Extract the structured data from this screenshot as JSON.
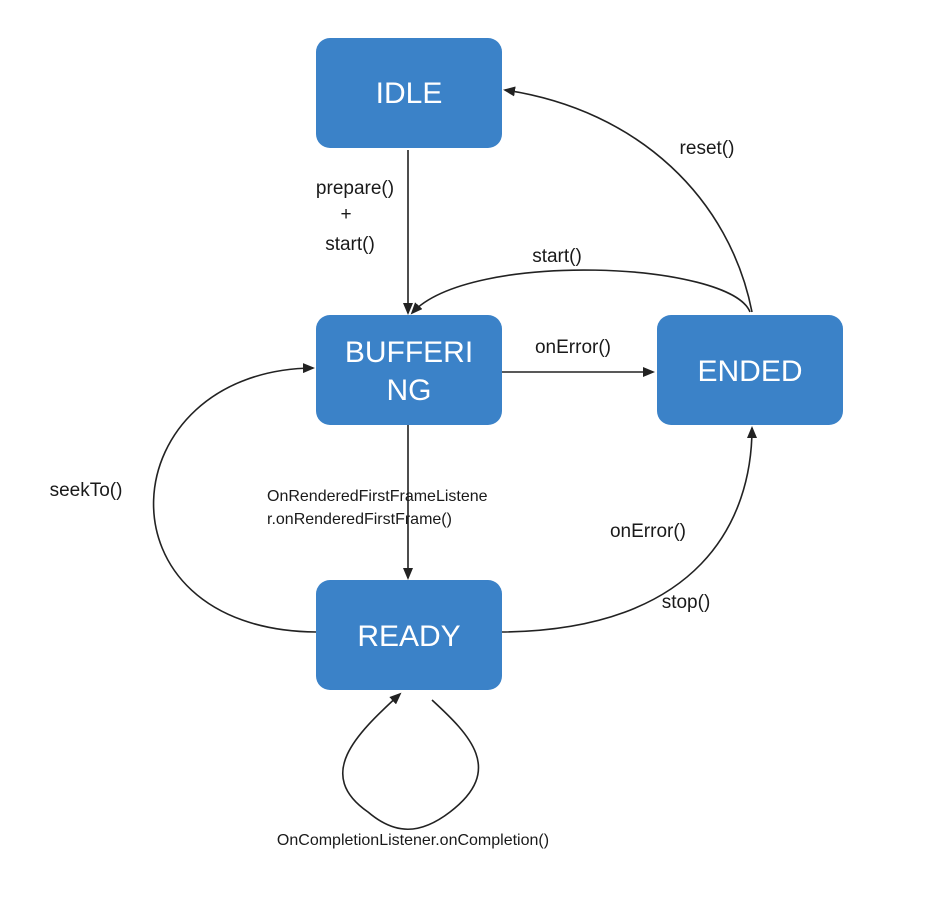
{
  "states": {
    "idle": "IDLE",
    "buffering_line1": "BUFFERI",
    "buffering_line2": "NG",
    "ready": "READY",
    "ended": "ENDED"
  },
  "transitions": {
    "prepare_line1": "prepare()",
    "prepare_line2": "+",
    "prepare_line3": "start()",
    "reset": "reset()",
    "start": "start()",
    "on_error_buffering": "onError()",
    "seek_to": "seekTo()",
    "first_frame_line1": "OnRenderedFirstFrameListene",
    "first_frame_line2": "r.onRenderedFirstFrame()",
    "on_error_ready": "onError()",
    "stop": "stop()",
    "on_completion": "OnCompletionListener.onCompletion()"
  },
  "colors": {
    "state_fill": "#3b82c8",
    "state_text": "#ffffff",
    "edge": "#222222"
  }
}
